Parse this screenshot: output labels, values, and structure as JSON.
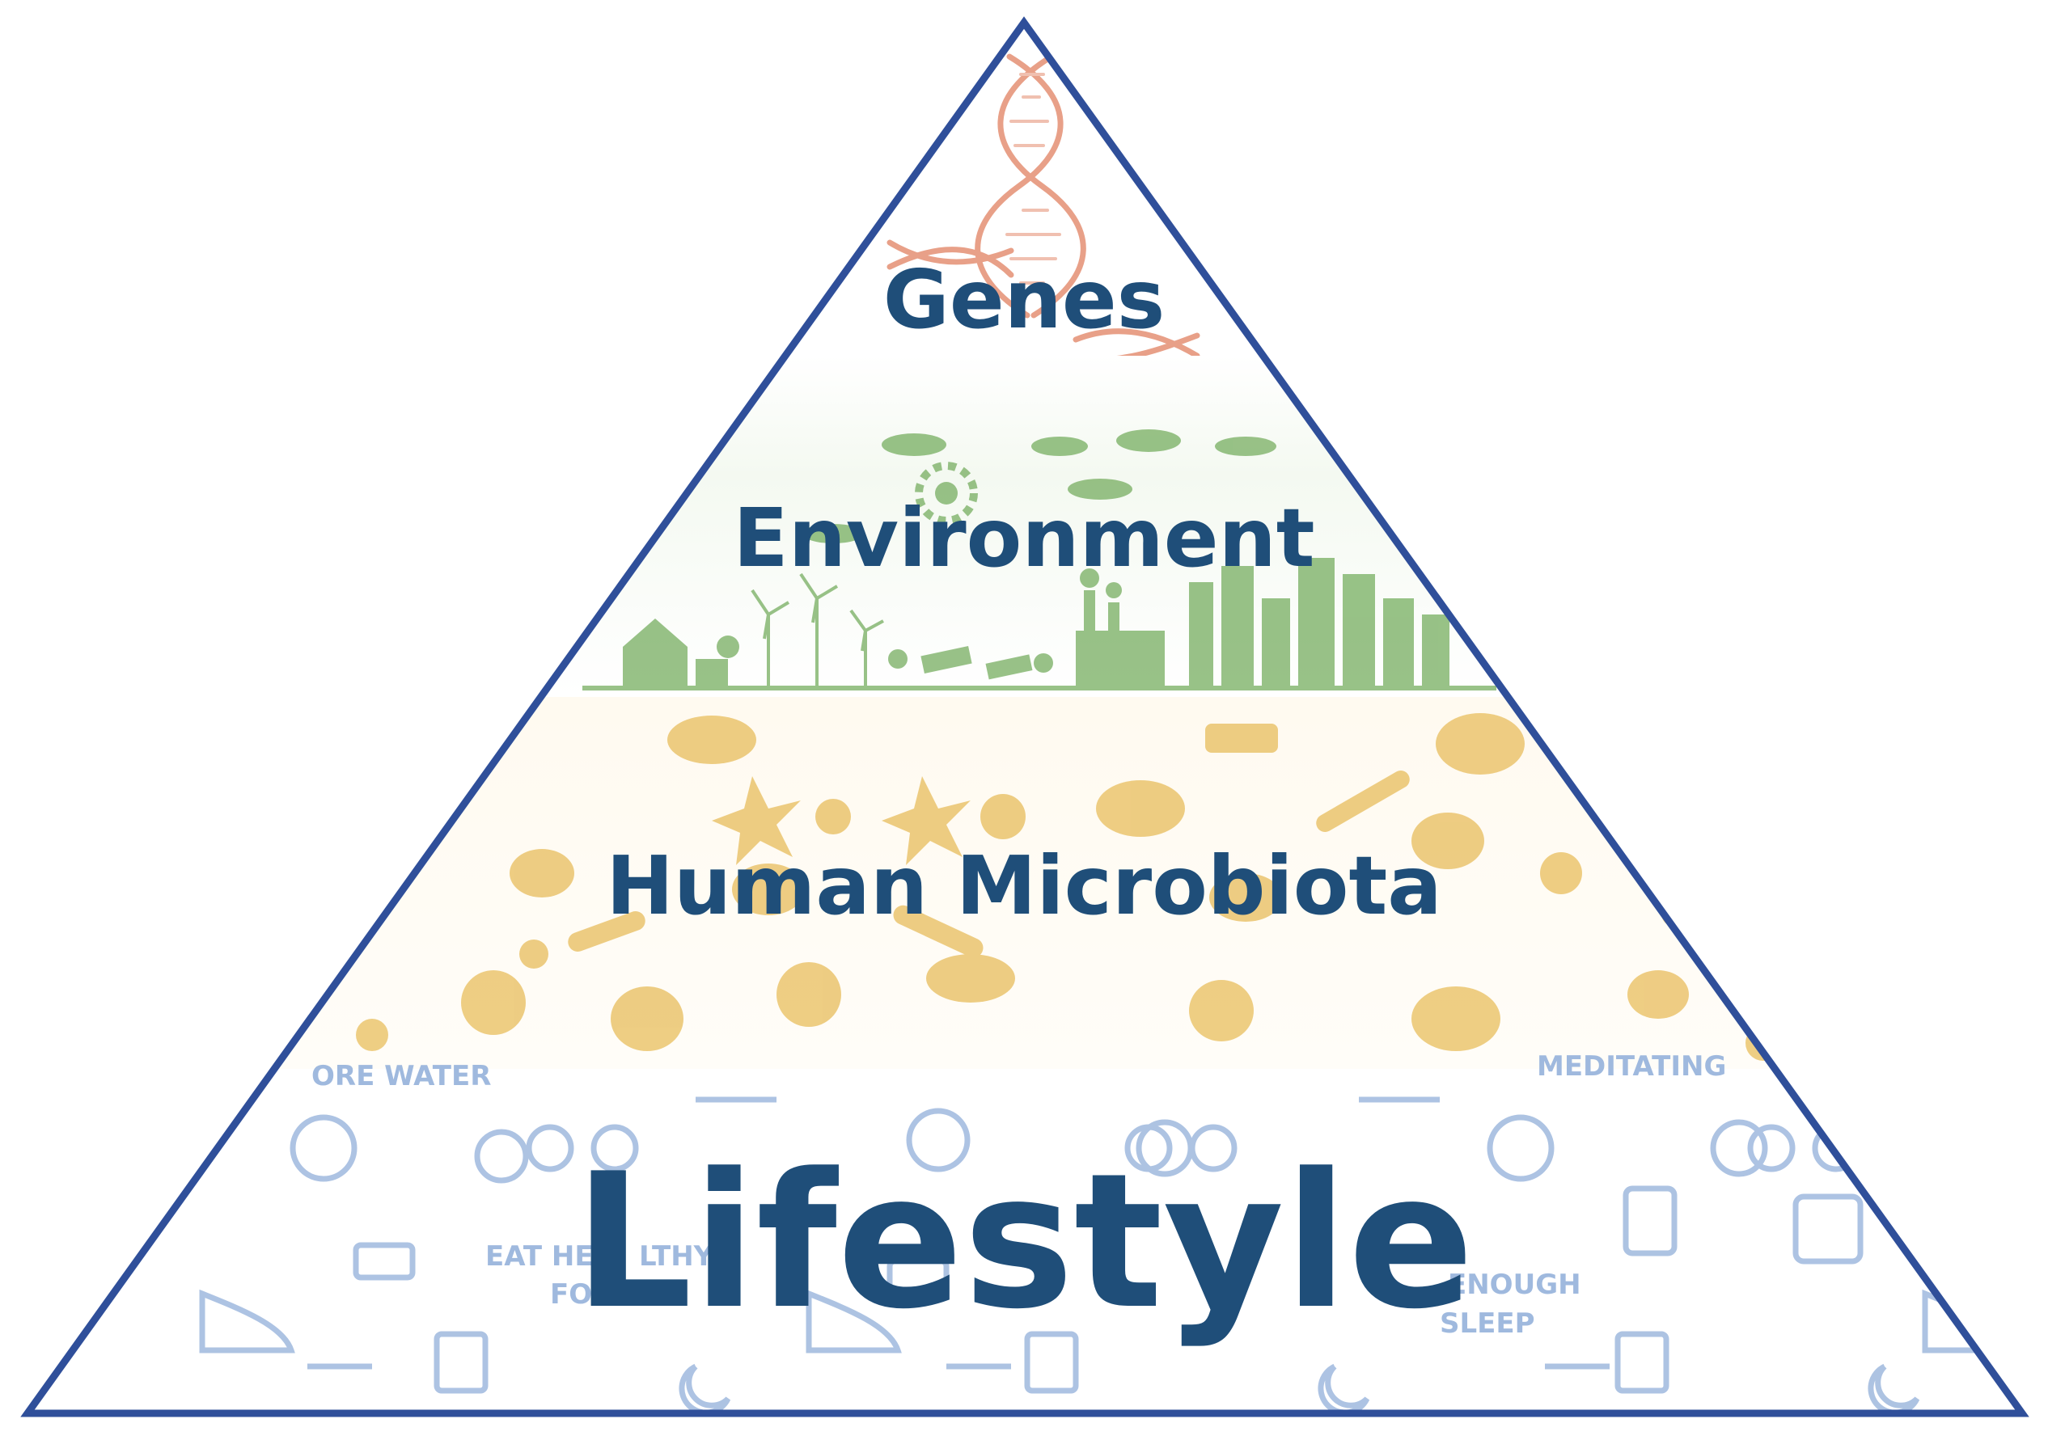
{
  "layers": [
    {
      "id": "genes",
      "label": "Genes"
    },
    {
      "id": "environment",
      "label": "Environment"
    },
    {
      "id": "microbiota",
      "label": "Human Microbiota"
    },
    {
      "id": "lifestyle",
      "label": "Lifestyle"
    }
  ],
  "background_words": {
    "water": "ORE WATER",
    "meditating": "MEDITATING",
    "eat_healthy_1": "EAT HE",
    "eat_healthy_2": "LTHY",
    "food": "FO",
    "enough": "ENOUGH",
    "sleep": "SLEEP"
  },
  "colors": {
    "outline": "#2f4f9a",
    "label": "#1f4e79",
    "dna": "#e8a088",
    "environment": "#7fb36a",
    "microbiota": "#e8bd5c",
    "lifestyle": "#9fb9de"
  },
  "icons": {
    "genes": "dna-helix-icon",
    "environment": "green-city-icon",
    "microbiota": "microbe-icon",
    "lifestyle": "healthy-living-icon"
  }
}
